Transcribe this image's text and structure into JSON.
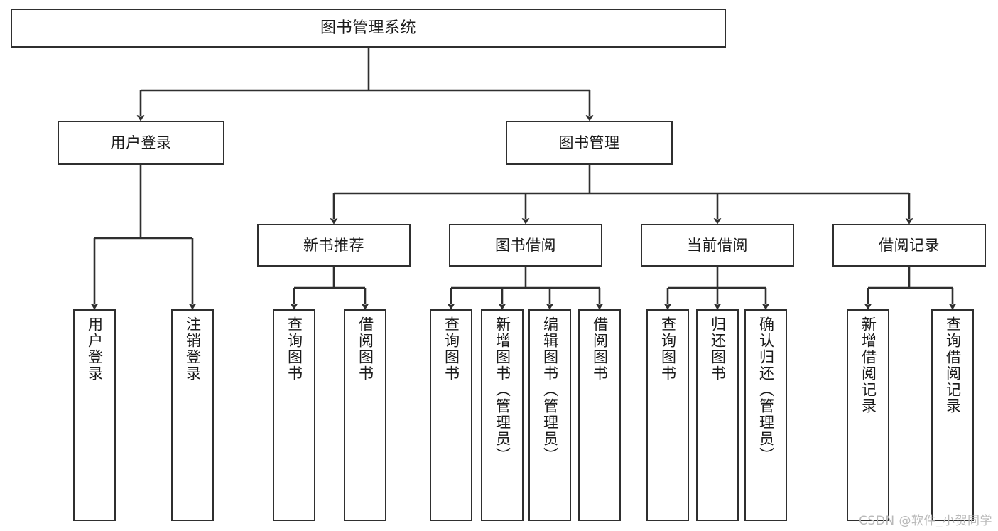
{
  "diagram": {
    "title": "图书管理系统",
    "type": "tree-hierarchy",
    "stroke_color": "#2f2f2f",
    "background_color": "#ffffff",
    "text_color": "#1a1a1a"
  },
  "nodes": {
    "root": {
      "label": "图书管理系统"
    },
    "level2": [
      {
        "label": "用户登录"
      },
      {
        "label": "图书管理"
      }
    ],
    "level3": [
      {
        "label": "新书推荐"
      },
      {
        "label": "图书借阅"
      },
      {
        "label": "当前借阅"
      },
      {
        "label": "借阅记录"
      }
    ],
    "leaves": {
      "user_login": [
        {
          "label": "用户登录"
        },
        {
          "label": "注销登录"
        }
      ],
      "new_book_recommend": [
        {
          "label": "查询图书"
        },
        {
          "label": "借阅图书"
        }
      ],
      "book_borrow": [
        {
          "label": "查询图书"
        },
        {
          "label": "新增图书（管理员）"
        },
        {
          "label": "编辑图书（管理员）"
        },
        {
          "label": "借阅图书"
        }
      ],
      "current_borrow": [
        {
          "label": "查询图书"
        },
        {
          "label": "归还图书"
        },
        {
          "label": "确认归还（管理员）"
        }
      ],
      "borrow_record": [
        {
          "label": "新增借阅记录"
        },
        {
          "label": "查询借阅记录"
        }
      ]
    }
  },
  "watermark": {
    "text": "CSDN @软件_小贺同学"
  }
}
